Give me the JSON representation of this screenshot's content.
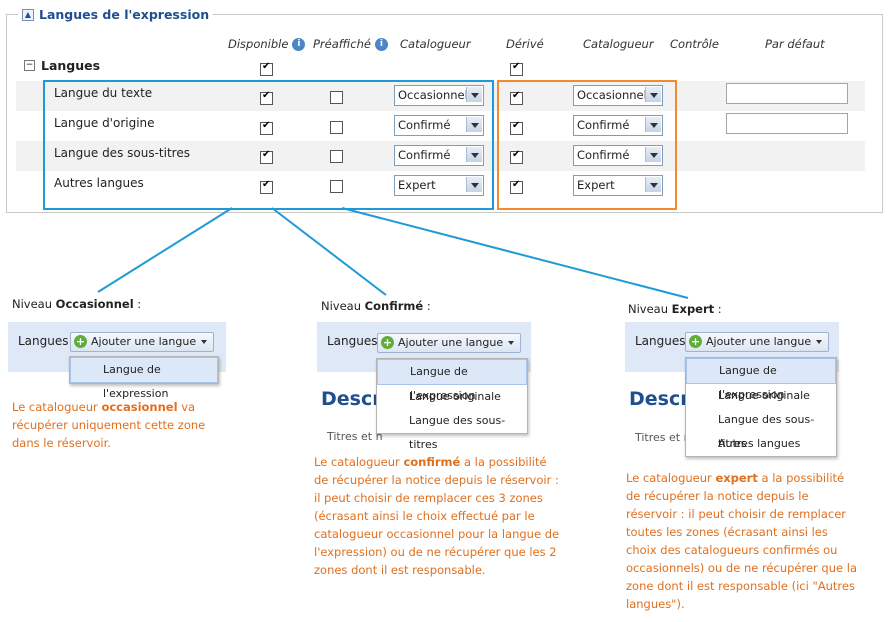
{
  "fieldset": {
    "title": "Langues de l'expression"
  },
  "headers": {
    "disponible": "Disponible",
    "prefiche": "Préaffiché",
    "catalogueur1": "Catalogueur",
    "derive": "Dérivé",
    "catalogueur2": "Catalogueur",
    "controle": "Contrôle",
    "par_defaut": "Par défaut"
  },
  "group": {
    "label": "Langues",
    "toggle": "−"
  },
  "rows": [
    {
      "label": "Langue du texte",
      "cat1": "Occasionnel",
      "cat2": "Occasionnel"
    },
    {
      "label": "Langue d'origine",
      "cat1": "Confirmé",
      "cat2": "Confirmé"
    },
    {
      "label": "Langue des sous-titres",
      "cat1": "Confirmé",
      "cat2": "Confirmé"
    },
    {
      "label": "Autres langues",
      "cat1": "Expert",
      "cat2": "Expert"
    }
  ],
  "levels": [
    {
      "prefix": "Niveau ",
      "name": "Occasionnel",
      "suffix": " :",
      "panel_label": "Langues",
      "button": "Ajouter une langue",
      "menu": [
        "Langue de l'expression"
      ],
      "expl": [
        "Le catalogueur ",
        "occasionnel",
        " va récupérer uniquement cette zone dans le réservoir."
      ]
    },
    {
      "prefix": "Niveau ",
      "name": "Confirmé",
      "suffix": " :",
      "panel_label": "Langues",
      "button": "Ajouter une langue",
      "menu": [
        "Langue de l'expression",
        "Langue originale",
        "Langue des sous-titres"
      ],
      "desc": "Descri",
      "under": "Titres et n",
      "expl": [
        "Le catalogueur ",
        "confirmé",
        " a la possibilité de récupérer la notice depuis le réservoir : il peut choisir de remplacer ces 3 zones (écrasant ainsi le choix effectué par le catalogueur occasionnel pour la langue de l'expression) ou de ne récupérer que les 2 zones dont il est responsable."
      ]
    },
    {
      "prefix": "Niveau ",
      "name": "Expert",
      "suffix": " :",
      "panel_label": "Langues",
      "button": "Ajouter une langue",
      "menu": [
        "Langue de l'expression",
        "Langue originale",
        "Langue des sous-titres",
        "Autres langues"
      ],
      "desc": "Descri",
      "under": "Titres et r",
      "expl": [
        "Le catalogueur ",
        "expert",
        " a la possibilité de récupérer la notice depuis le réservoir : il peut choisir de remplacer toutes les zones (écrasant ainsi les choix des catalogueurs confirmés ou occasionnels) ou de ne récupérer que la zone dont il est responsable (ici \"Autres langues\")."
      ]
    }
  ],
  "colors": {
    "blue_highlight": "#1f9ad6",
    "orange_highlight": "#f28a2e",
    "explanation_text": "#e0701e"
  }
}
